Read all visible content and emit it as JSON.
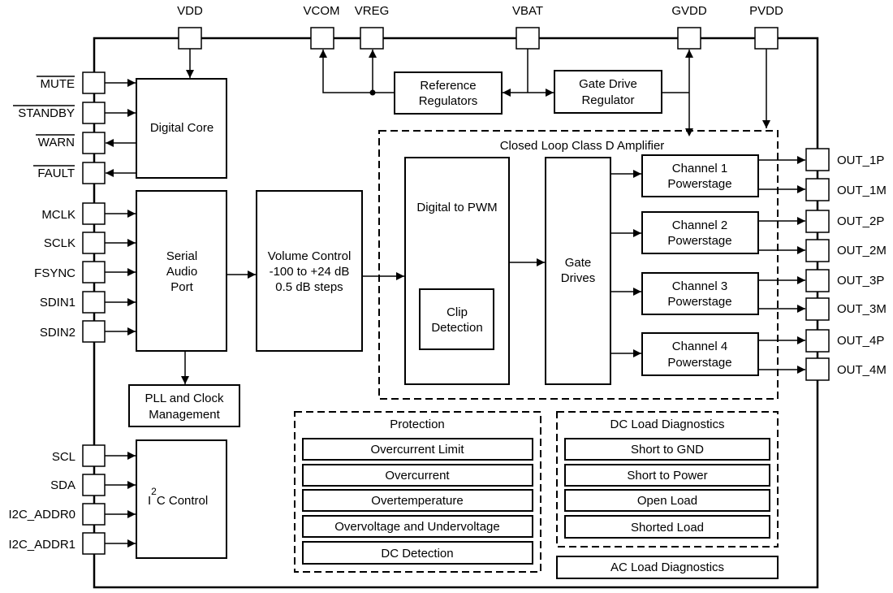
{
  "top_pins": {
    "vdd": "VDD",
    "vcom": "VCOM",
    "vreg": "VREG",
    "vbat": "VBAT",
    "gvdd": "GVDD",
    "pvdd": "PVDD"
  },
  "left_pins": {
    "mute": "MUTE",
    "standby": "STANDBY",
    "warn": "WARN",
    "fault": "FAULT",
    "mclk": "MCLK",
    "sclk": "SCLK",
    "fsync": "FSYNC",
    "sdin1": "SDIN1",
    "sdin2": "SDIN2",
    "scl": "SCL",
    "sda": "SDA",
    "i2c_addr0": "I2C_ADDR0",
    "i2c_addr1": "I2C_ADDR1"
  },
  "right_pins": {
    "out_1p": "OUT_1P",
    "out_1m": "OUT_1M",
    "out_2p": "OUT_2P",
    "out_2m": "OUT_2M",
    "out_3p": "OUT_3P",
    "out_3m": "OUT_3M",
    "out_4p": "OUT_4P",
    "out_4m": "OUT_4M"
  },
  "blocks": {
    "digital_core": "Digital Core",
    "serial_audio_port": [
      "Serial",
      "Audio",
      "Port"
    ],
    "volume_control": [
      "Volume Control",
      "-100 to +24 dB",
      "0.5 dB steps"
    ],
    "pll": [
      "PLL and Clock",
      "Management"
    ],
    "i2c_control": {
      "pre": "I",
      "sup": "2",
      "post": "C Control"
    },
    "reference_regulators": [
      "Reference",
      "Regulators"
    ],
    "gate_drive_regulator": [
      "Gate Drive",
      "Regulator"
    ],
    "class_d_amplifier": "Closed Loop Class D Amplifier",
    "digital_to_pwm": "Digital to PWM",
    "clip_detection": [
      "Clip",
      "Detection"
    ],
    "gate_drives": [
      "Gate",
      "Drives"
    ],
    "channel_1": [
      "Channel 1",
      "Powerstage"
    ],
    "channel_2": [
      "Channel 2",
      "Powerstage"
    ],
    "channel_3": [
      "Channel 3",
      "Powerstage"
    ],
    "channel_4": [
      "Channel 4",
      "Powerstage"
    ],
    "ac_load_diagnostics": "AC Load Diagnostics"
  },
  "protection": {
    "title": "Protection",
    "items": [
      "Overcurrent Limit",
      "Overcurrent",
      "Overtemperature",
      "Overvoltage and Undervoltage",
      "DC Detection"
    ]
  },
  "dc_load_diagnostics": {
    "title": "DC Load Diagnostics",
    "items": [
      "Short to GND",
      "Short to Power",
      "Open Load",
      "Shorted Load"
    ]
  }
}
